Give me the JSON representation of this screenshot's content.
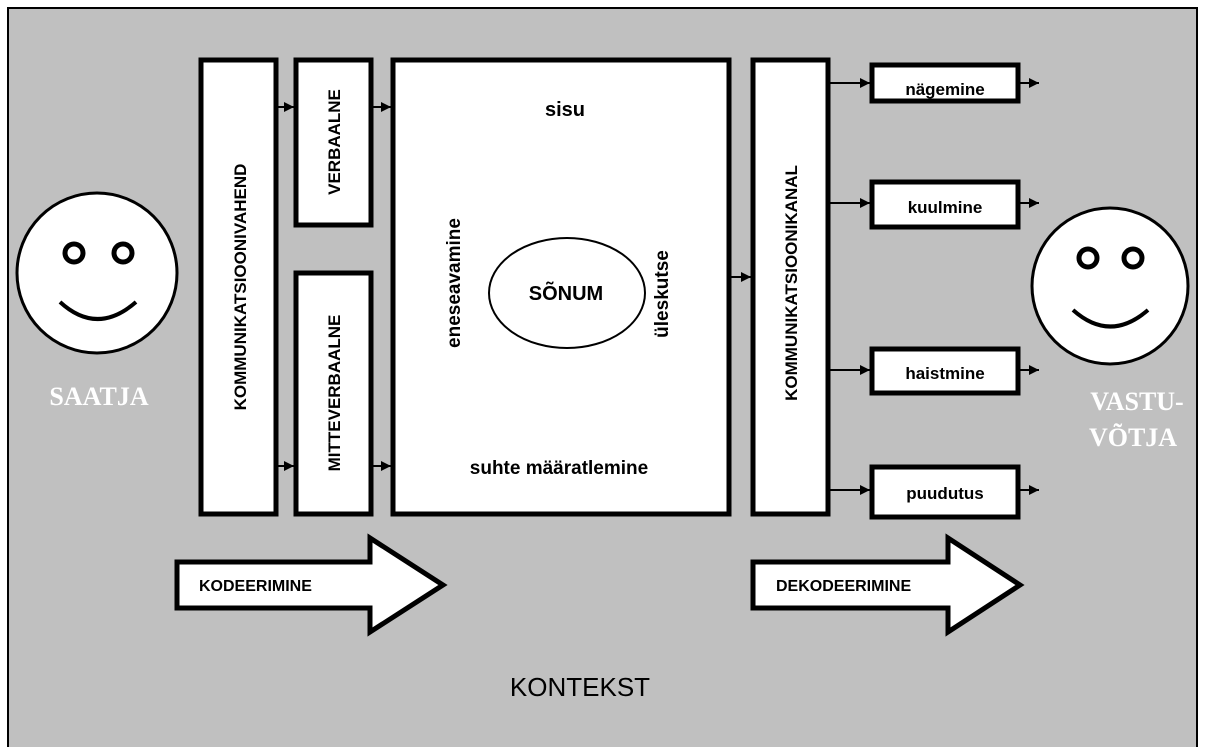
{
  "colors": {
    "background": "#c0c0c0",
    "box_fill": "#ffffff",
    "stroke": "#000000",
    "label_light": "#ffffff"
  },
  "sender": {
    "label": "SAATJA"
  },
  "receiver": {
    "label_line1": "VASTU-",
    "label_line2": "VÕTJA"
  },
  "encoding": {
    "means_label": "KOMMUNIKATSIOONIVAHEND",
    "verbal_label": "VERBAALNE",
    "nonverbal_label": "MITTEVERBAALNE",
    "arrow_label": "KODEERIMINE"
  },
  "message": {
    "top_label": "sisu",
    "left_label": "eneseavamine",
    "right_label": "üleskutse",
    "bottom_label": "suhte määratlemine",
    "center_label": "SÕNUM"
  },
  "channel": {
    "label": "KOMMUNIKATSIOONIKANAL",
    "senses": [
      "nägemine",
      "kuulmine",
      "haistmine",
      "puudutus"
    ],
    "arrow_label": "DEKODEERIMINE"
  },
  "context": {
    "label": "KONTEKST"
  },
  "icons": {
    "sender_face": "smiley-face-icon",
    "receiver_face": "smiley-face-icon"
  }
}
